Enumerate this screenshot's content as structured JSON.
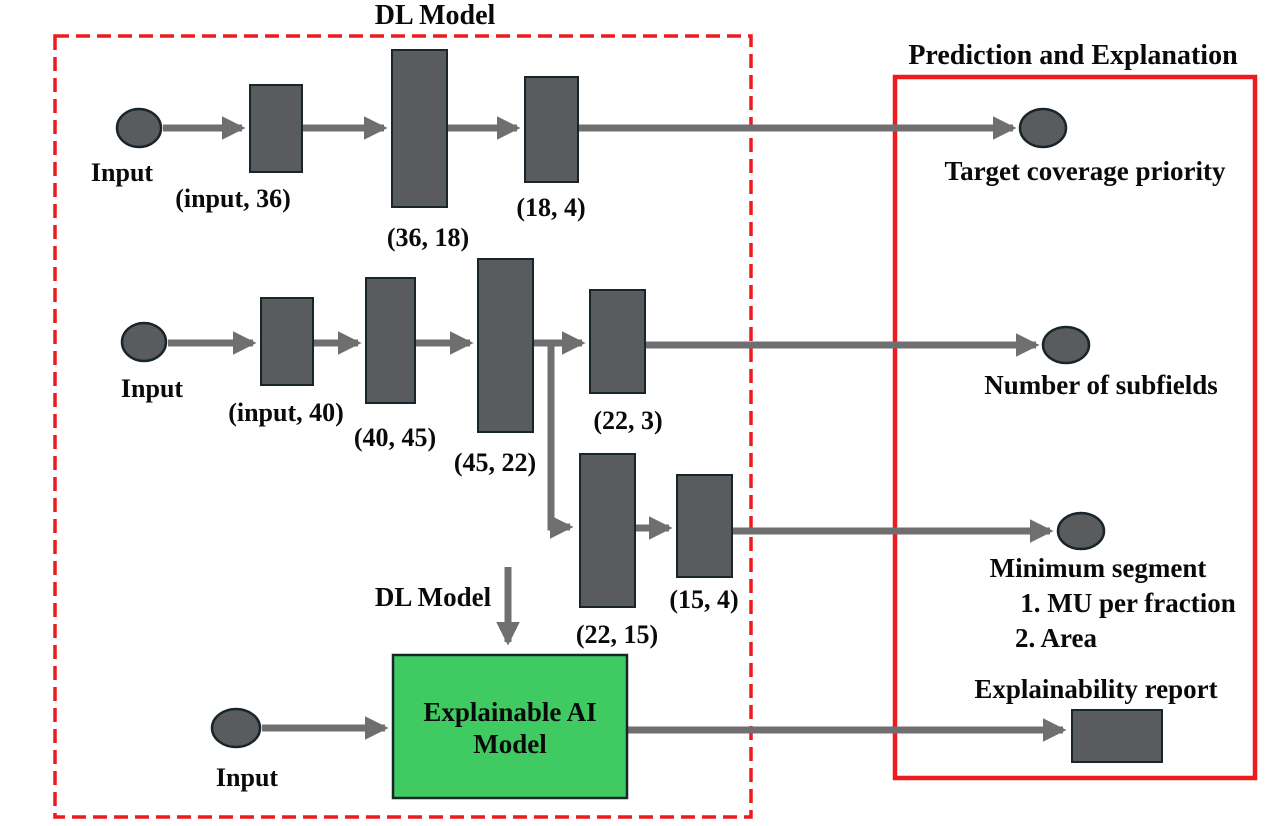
{
  "colors": {
    "rect_fill": "#595b5c",
    "rect_stroke": "#18252b",
    "arrow": "#6f6f6f",
    "box_red": "#ec1b1e",
    "green_fill": "#3fcb62",
    "text": "#0a0a0a"
  },
  "dl_model_region": {
    "title": "DL Model"
  },
  "prediction_region": {
    "title": "Prediction and Explanation"
  },
  "rows": {
    "target_coverage": {
      "input_label": "Input",
      "layers": [
        "(input, 36)",
        "(36, 18)",
        "(18, 4)"
      ],
      "output_label": "Target coverage priority"
    },
    "num_subfields": {
      "input_label": "Input",
      "layers": [
        "(input, 40)",
        "(40, 45)",
        "(45, 22)",
        "(22, 3)"
      ],
      "output_label": "Number of subfields"
    },
    "min_segment": {
      "layers": [
        "(22, 15)",
        "(15, 4)"
      ],
      "output_label": "Minimum segment",
      "output_items": [
        "1. MU per fraction",
        "2. Area"
      ]
    }
  },
  "explainable_ai": {
    "arrow_label": "DL Model",
    "input_label": "Input",
    "box_line1": "Explainable AI",
    "box_line2": "Model",
    "report_label": "Explainability report"
  }
}
